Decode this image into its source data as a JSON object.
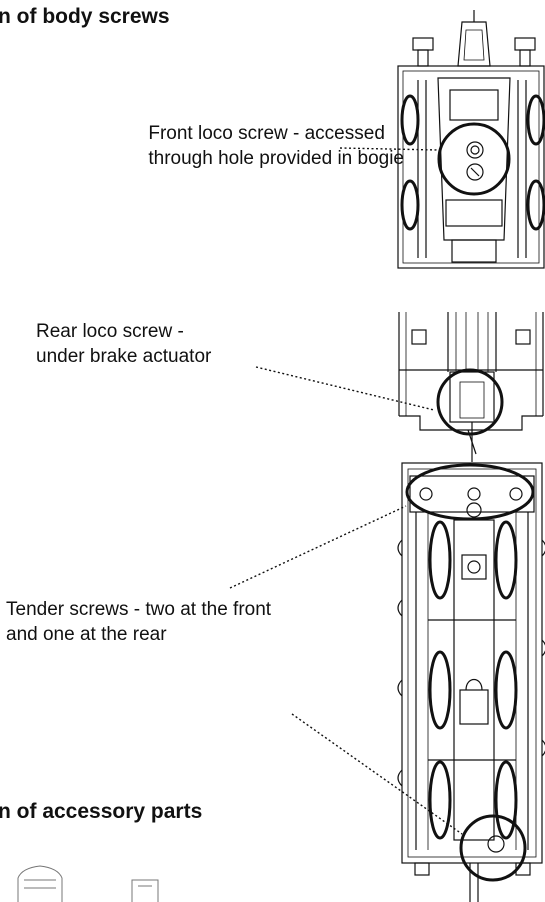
{
  "headings": {
    "body_screws": "n of body screws",
    "accessory_parts": "n of accessory parts"
  },
  "callouts": {
    "front_loco": {
      "line1": "Front loco screw  - accessed",
      "line2": "through hole provided in bogie"
    },
    "rear_loco": {
      "line1": "Rear loco screw  -",
      "line2": "under brake actuator"
    },
    "tender": {
      "line1": "Tender screws  - two at the front",
      "line2": "and one at the rear"
    }
  }
}
